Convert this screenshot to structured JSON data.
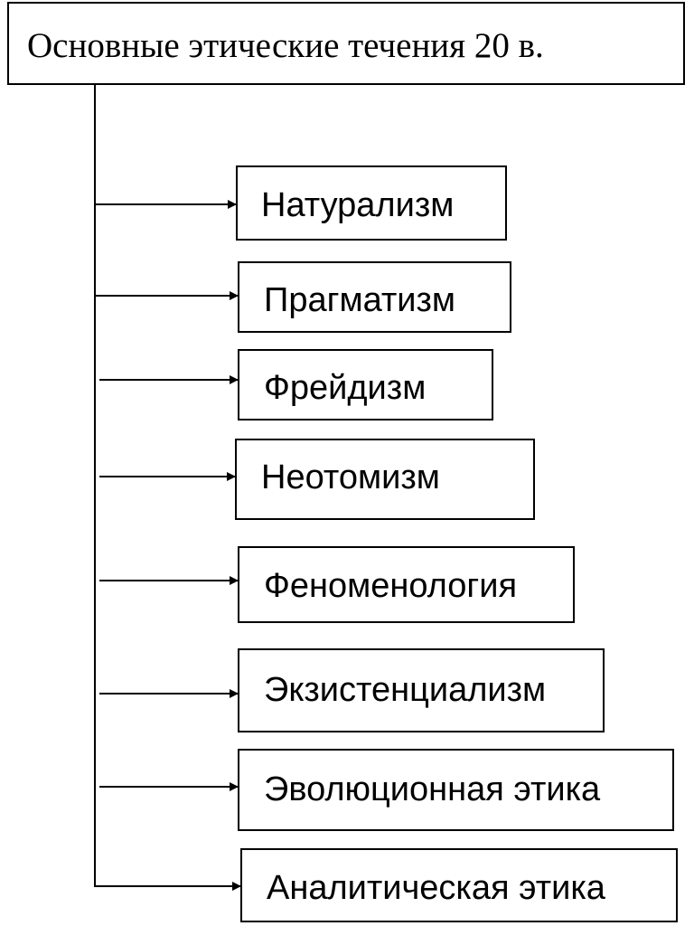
{
  "diagram": {
    "title": "Основные этические течения 20 в.",
    "items": [
      "Натурализм",
      "Прагматизм",
      "Фрейдизм",
      "Неотомизм",
      "Феноменология",
      "Экзистенциализм",
      "Эволюционная этика",
      "Аналитическая этика"
    ],
    "line_color": "#000000"
  }
}
